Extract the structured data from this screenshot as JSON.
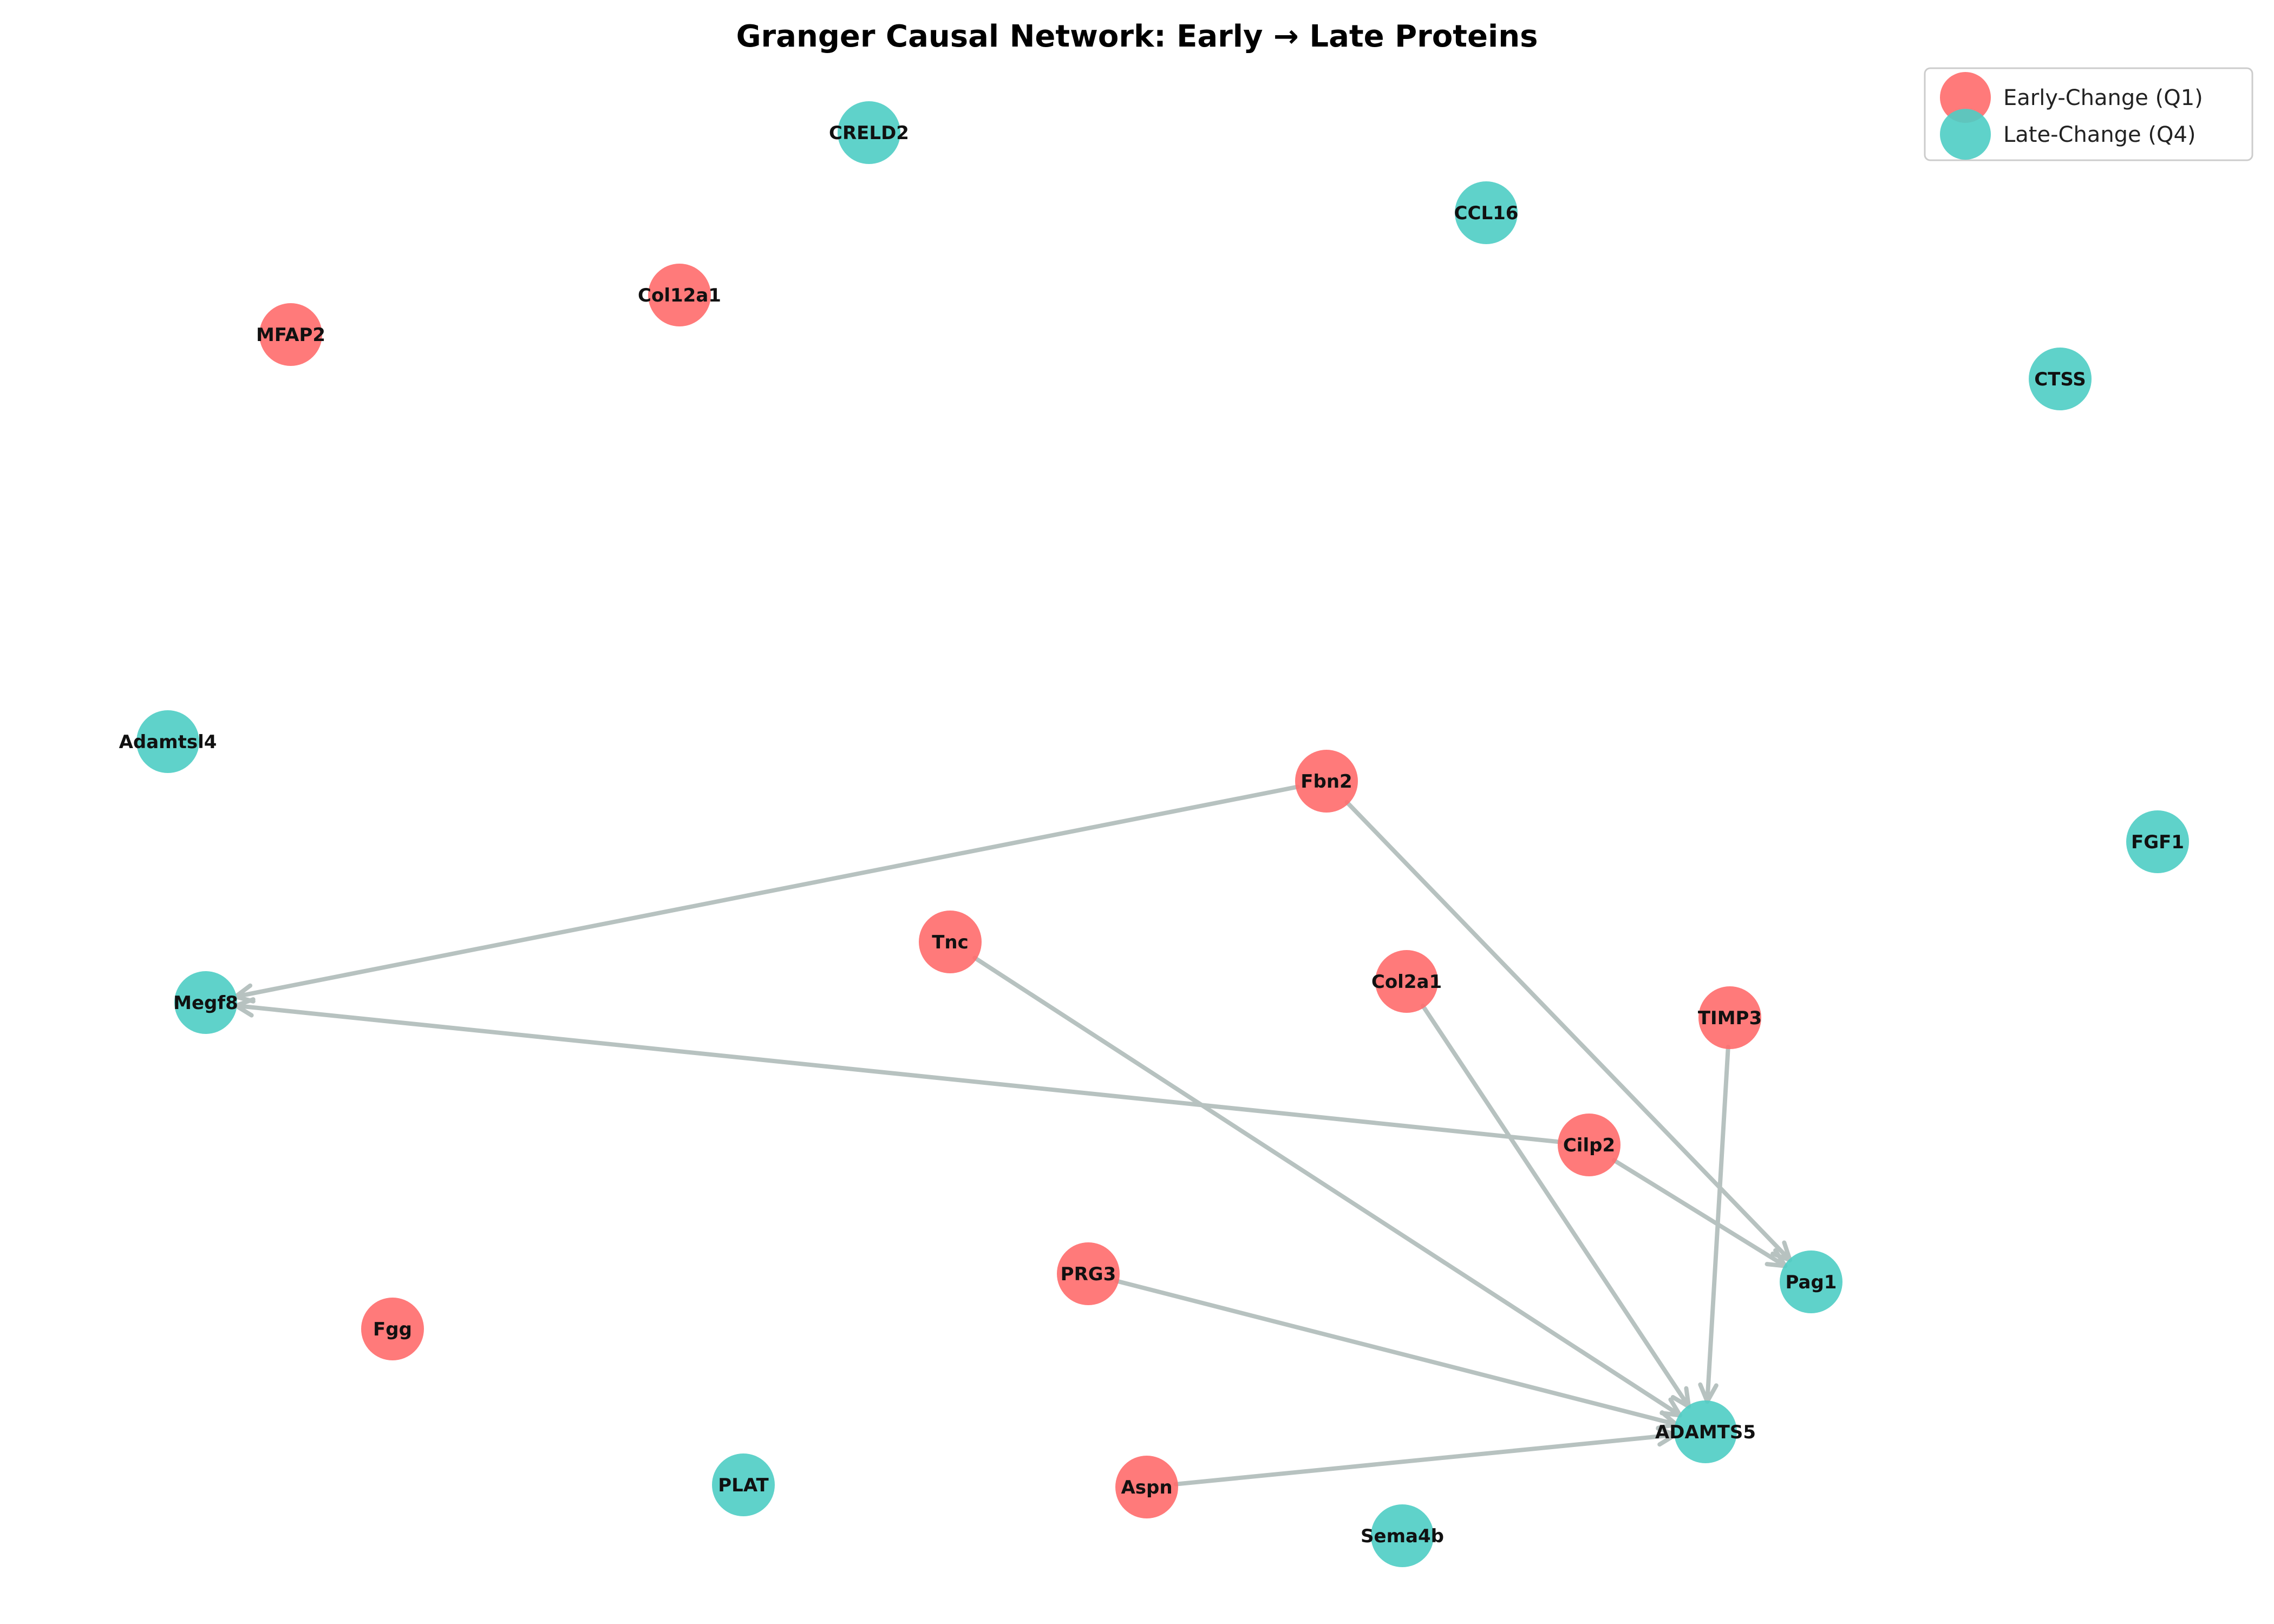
{
  "title": "Granger Causal Network: Early → Late Proteins",
  "colors": {
    "early": "#FF6B6B",
    "late": "#4ECDC4",
    "edge": "#B7C2C0",
    "legend_border": "#CCCCCC"
  },
  "legend": {
    "placement": "top-right",
    "items": [
      {
        "label": "Early-Change (Q1)",
        "group": "early"
      },
      {
        "label": "Late-Change (Q4)",
        "group": "late"
      }
    ]
  },
  "nodes": [
    {
      "id": "CRELD2",
      "label": "CRELD2",
      "group": "late"
    },
    {
      "id": "CCL16",
      "label": "CCL16",
      "group": "late"
    },
    {
      "id": "Col12a1",
      "label": "Col12a1",
      "group": "early"
    },
    {
      "id": "MFAP2",
      "label": "MFAP2",
      "group": "early"
    },
    {
      "id": "CTSS",
      "label": "CTSS",
      "group": "late"
    },
    {
      "id": "Adamtsl4",
      "label": "Adamtsl4",
      "group": "late"
    },
    {
      "id": "Fbn2",
      "label": "Fbn2",
      "group": "early"
    },
    {
      "id": "FGF1",
      "label": "FGF1",
      "group": "late"
    },
    {
      "id": "Tnc",
      "label": "Tnc",
      "group": "early"
    },
    {
      "id": "Col2a1",
      "label": "Col2a1",
      "group": "early"
    },
    {
      "id": "Megf8",
      "label": "Megf8",
      "group": "late"
    },
    {
      "id": "TIMP3",
      "label": "TIMP3",
      "group": "early"
    },
    {
      "id": "Cilp2",
      "label": "Cilp2",
      "group": "early"
    },
    {
      "id": "PRG3",
      "label": "PRG3",
      "group": "early"
    },
    {
      "id": "Pag1",
      "label": "Pag1",
      "group": "late"
    },
    {
      "id": "Fgg",
      "label": "Fgg",
      "group": "early"
    },
    {
      "id": "ADAMTS5",
      "label": "ADAMTS5",
      "group": "late"
    },
    {
      "id": "PLAT",
      "label": "PLAT",
      "group": "late"
    },
    {
      "id": "Aspn",
      "label": "Aspn",
      "group": "early"
    },
    {
      "id": "Sema4b",
      "label": "Sema4b",
      "group": "late"
    }
  ],
  "edges": [
    {
      "source": "Fbn2",
      "target": "Megf8"
    },
    {
      "source": "Fbn2",
      "target": "Pag1"
    },
    {
      "source": "Cilp2",
      "target": "Megf8"
    },
    {
      "source": "Cilp2",
      "target": "Pag1"
    },
    {
      "source": "Tnc",
      "target": "ADAMTS5"
    },
    {
      "source": "Col2a1",
      "target": "ADAMTS5"
    },
    {
      "source": "TIMP3",
      "target": "ADAMTS5"
    },
    {
      "source": "PRG3",
      "target": "ADAMTS5"
    },
    {
      "source": "Aspn",
      "target": "ADAMTS5"
    }
  ]
}
